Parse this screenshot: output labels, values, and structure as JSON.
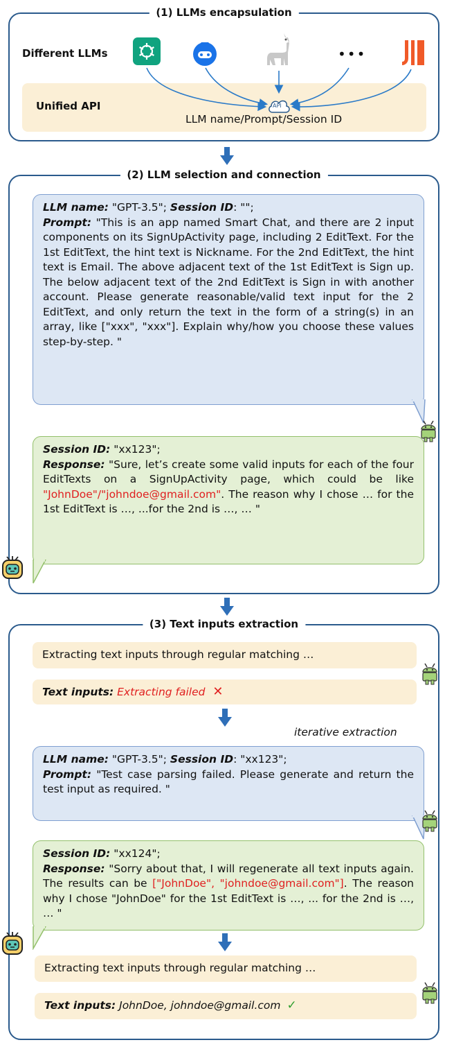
{
  "panel1": {
    "title": "(1) LLMs encapsulation",
    "different_llms": "Different LLMs",
    "unified_api": "Unified API",
    "api_label": "API",
    "api_caption": "LLM name/Prompt/Session ID",
    "dots": "•••"
  },
  "panel2": {
    "title": "(2) LLM selection and connection",
    "req_name_label": "LLM name:",
    "req_name_value": " \"GPT-3.5\";  ",
    "req_session_label": "Session ID",
    "req_session_value": ": \"\";",
    "prompt_label": "Prompt:",
    "prompt_text": " \"This is an app named Smart Chat, and there are 2 input components on its SignUpActivity page, including 2 EditText. For the 1st EditText, the hint text is Nickname. For the 2nd EditText, the hint text is Email. The above adjacent text of the 1st EditText is Sign up. The below adjacent text of the 2nd EditText is Sign in with another account. Please generate reasonable/valid text input for the 2 EditText, and only return the text in the form of a string(s) in an array, like [\"xxx\", \"xxx\"]. Explain why/how you choose these values step-by-step. \"",
    "resp_session_label": "Session ID:",
    "resp_session_value": " \"xx123\";",
    "response_label": "Response:",
    "response_text_1": " \"Sure, let’s create some valid inputs for each of the four EditTexts on a SignUpActivity page, which could be like ",
    "response_red": "\"JohnDoe\"/\"johndoe@gmail.com\"",
    "response_text_2": ". The reason why I chose … for the 1st EditText is …, ...for the 2nd is …, … \""
  },
  "panel3": {
    "title": "(3) Text inputs extraction",
    "extract_1": "Extracting text inputs through regular matching …",
    "text_inputs_label": "Text inputs:",
    "failed_text": " Extracting failed",
    "fail_mark": "✕",
    "iterative": "iterative extraction",
    "req_name_label": "LLM name:",
    "req_name_value": " \"GPT-3.5\";  ",
    "req_session_label": "Session ID",
    "req_session_value": ": \"xx123\";",
    "prompt_label": "Prompt:",
    "prompt_text": " \"Test case parsing failed. Please generate and return the test input as required. \"",
    "resp_session_label": "Session ID:",
    "resp_session_value": " \"xx124\";",
    "response_label": "Response:",
    "response_text_1": " \"Sorry about that, I will regenerate all text inputs again. The results can be ",
    "response_red": "[\"JohnDoe\", \"johndoe@gmail.com\"]",
    "response_text_2": ". The reason why I chose \"JohnDoe\" for the 1st EditText is …, ... for the 2nd is …, … \"",
    "extract_2": "Extracting text inputs through regular matching …",
    "text_inputs_label_2": "Text inputs:",
    "success_text": " JohnDoe, johndoe@gmail.com",
    "success_mark": "✓"
  },
  "colors": {
    "border": "#2a5a8c",
    "blue_bubble": "#dde7f4",
    "green_bubble": "#e4f0d5",
    "yellow": "#fbefd6",
    "red": "#e02020",
    "check": "#2e9e2e"
  }
}
